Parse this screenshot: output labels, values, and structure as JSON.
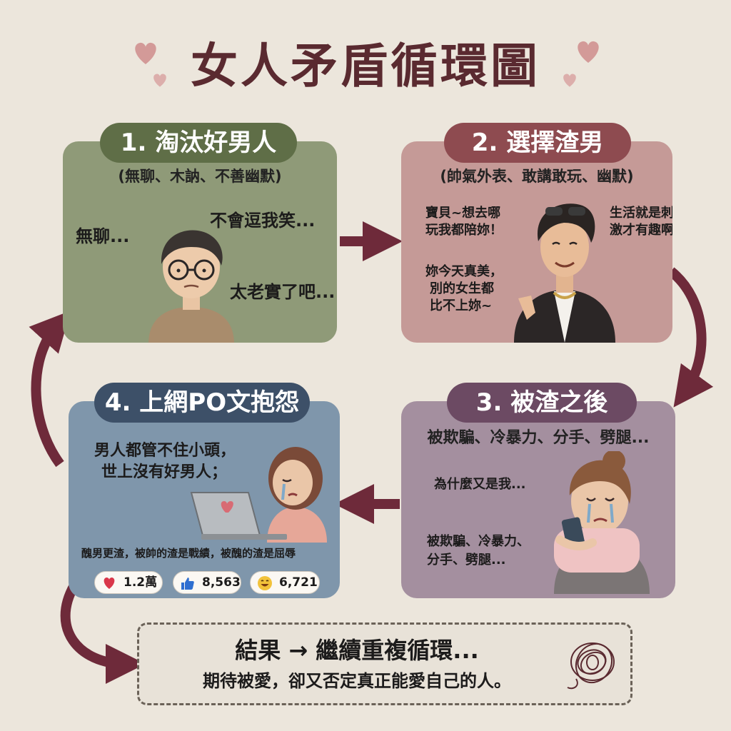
{
  "title": "女人矛盾循環圖",
  "panels": [
    {
      "heading": "1. 淘汰好男人",
      "subtitle": "(無聊、木訥、不善幽默)",
      "speech": [
        "無聊...",
        "不會逗我笑...",
        "太老實了吧..."
      ]
    },
    {
      "heading": "2. 選擇渣男",
      "subtitle": "(帥氣外表、敢講敢玩、幽默)",
      "speech": [
        "寶貝~想去哪",
        "玩我都陪妳！",
        "生活就是刺刺",
        "激才有趣啊！",
        "妳今天真美，",
        "別的女生都",
        "比不上妳~"
      ]
    },
    {
      "heading": "3. 被渣之後",
      "subtitle": "被欺騙、冷暴力、分手、劈腿...",
      "speech": [
        "為什麼又是我...",
        "被欺騙、冷暴力、",
        "分手、劈腿..."
      ]
    },
    {
      "heading": "4. 上網PO文抱怨",
      "speech": [
        "男人都管不住小頭，",
        "世上沒有好男人；"
      ],
      "caption": "醜男更渣，被帥的渣是戰績，被醜的渣是屈辱",
      "reactions": [
        {
          "icon": "heart-icon",
          "count": "1.2萬"
        },
        {
          "icon": "thumbs-up-icon",
          "count": "8,563"
        },
        {
          "icon": "laugh-emoji-icon",
          "count": "6,721"
        }
      ]
    }
  ],
  "result": {
    "headline": "結果 → 繼續重複循環...",
    "line": "期待被愛，卻又否定真正能愛自己的人。"
  },
  "colors": {
    "background": "#ece6dc",
    "title": "#5a2a30",
    "arrow": "#6e2a3a",
    "panel1": "#8f9a78",
    "panel2": "#c59a97",
    "panel3": "#a48f9f",
    "panel4": "#7f96ab"
  }
}
